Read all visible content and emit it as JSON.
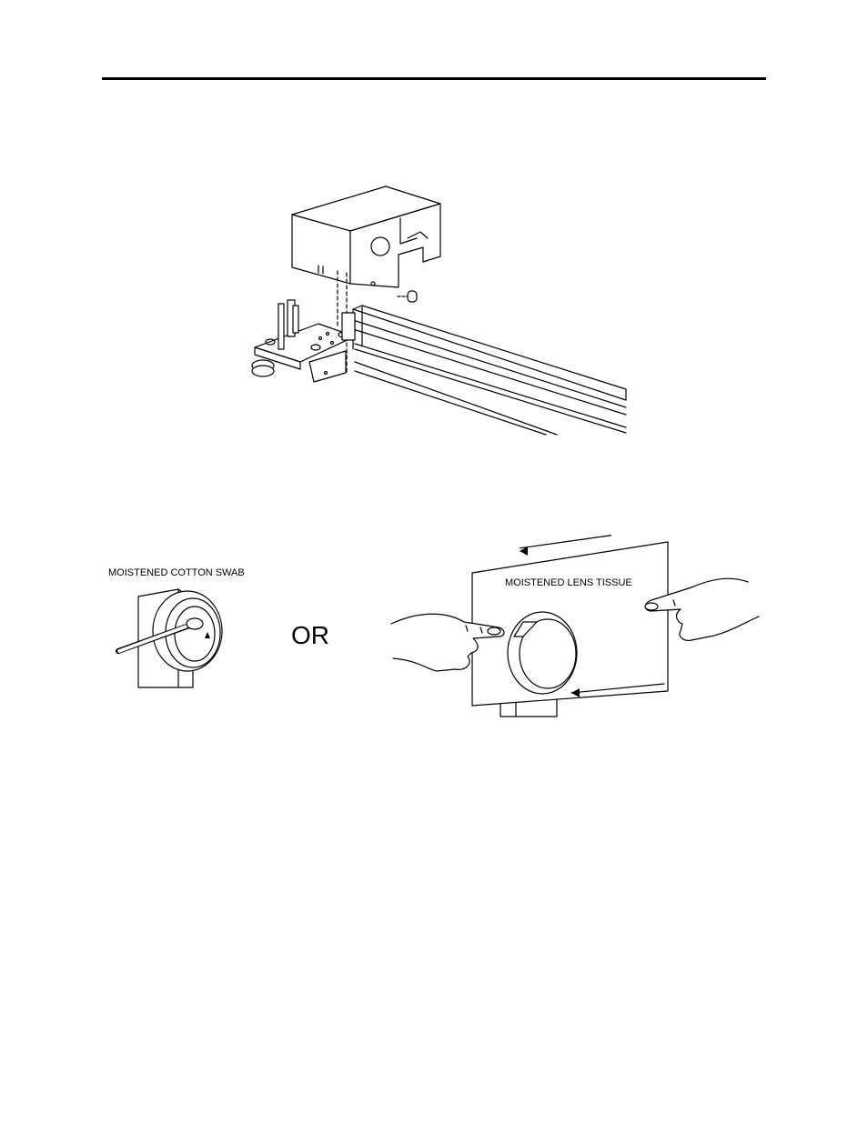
{
  "figure_labels": {
    "swab_label": "MOISTENED COTTON SWAB",
    "or_label": "OR",
    "tissue_label": "MOISTENED LENS TISSUE"
  }
}
